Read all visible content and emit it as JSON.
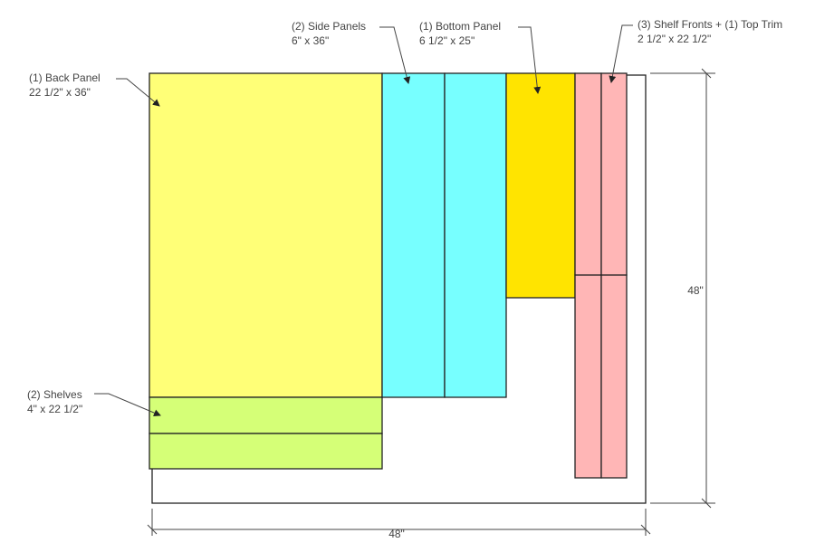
{
  "sheet": {
    "width": "48\"",
    "height": "48\""
  },
  "pieces": {
    "back_panel": {
      "title": "(1) Back Panel",
      "size": "22 1/2\" x 36\"",
      "color": "#FFFF77"
    },
    "side_panels": {
      "title": "(2) Side Panels",
      "size": "6\" x 36\"",
      "color": "#77FFFF"
    },
    "bottom_panel": {
      "title": "(1) Bottom Panel",
      "size": "6 1/2\" x 25\"",
      "color": "#FFE400"
    },
    "shelf_fronts": {
      "title": "(3) Shelf Fronts + (1) Top Trim",
      "size": "2 1/2\" x 22 1/2\"",
      "color": "#FFB6B6"
    },
    "shelves": {
      "title": "(2) Shelves",
      "size": "4\" x 22 1/2\"",
      "color": "#D5FF77"
    }
  },
  "sheet_color": "#FFFFFF"
}
